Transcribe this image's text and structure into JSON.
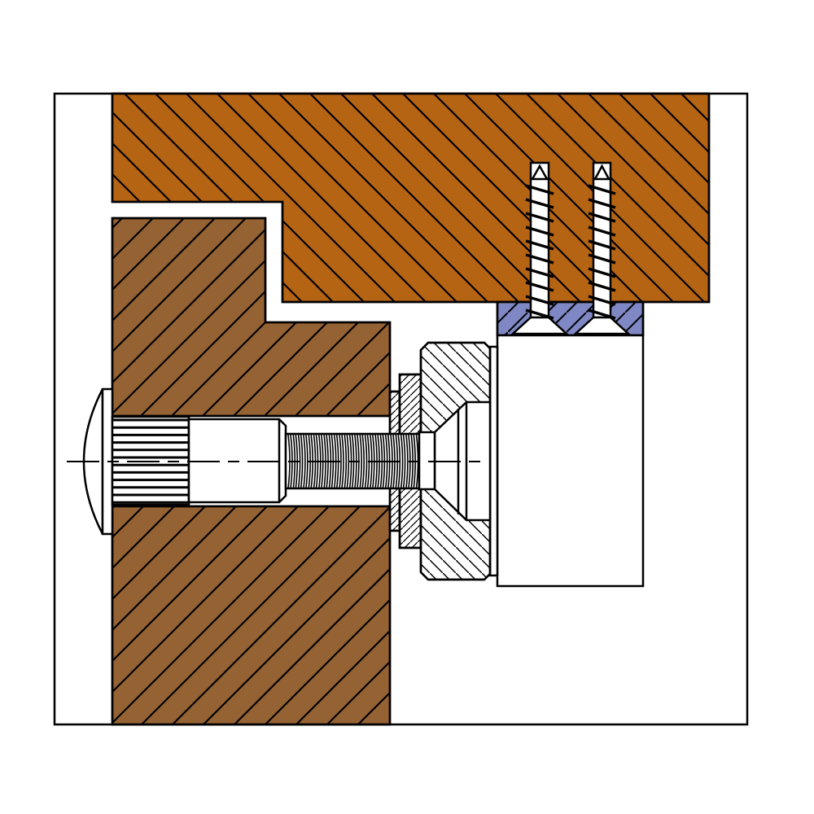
{
  "colors": {
    "top_beam": "#B56414",
    "lower_block": "#956233",
    "spacer_strip": "#7F88C4",
    "line": "#000000",
    "background": "#FFFFFF"
  },
  "parts": [
    "frame",
    "top-beam",
    "lower-block",
    "bolt",
    "washer-small",
    "washer-large",
    "hex-nut",
    "plate",
    "mount-box",
    "spacer-strip",
    "wood-screw-left",
    "wood-screw-right",
    "center-line"
  ]
}
